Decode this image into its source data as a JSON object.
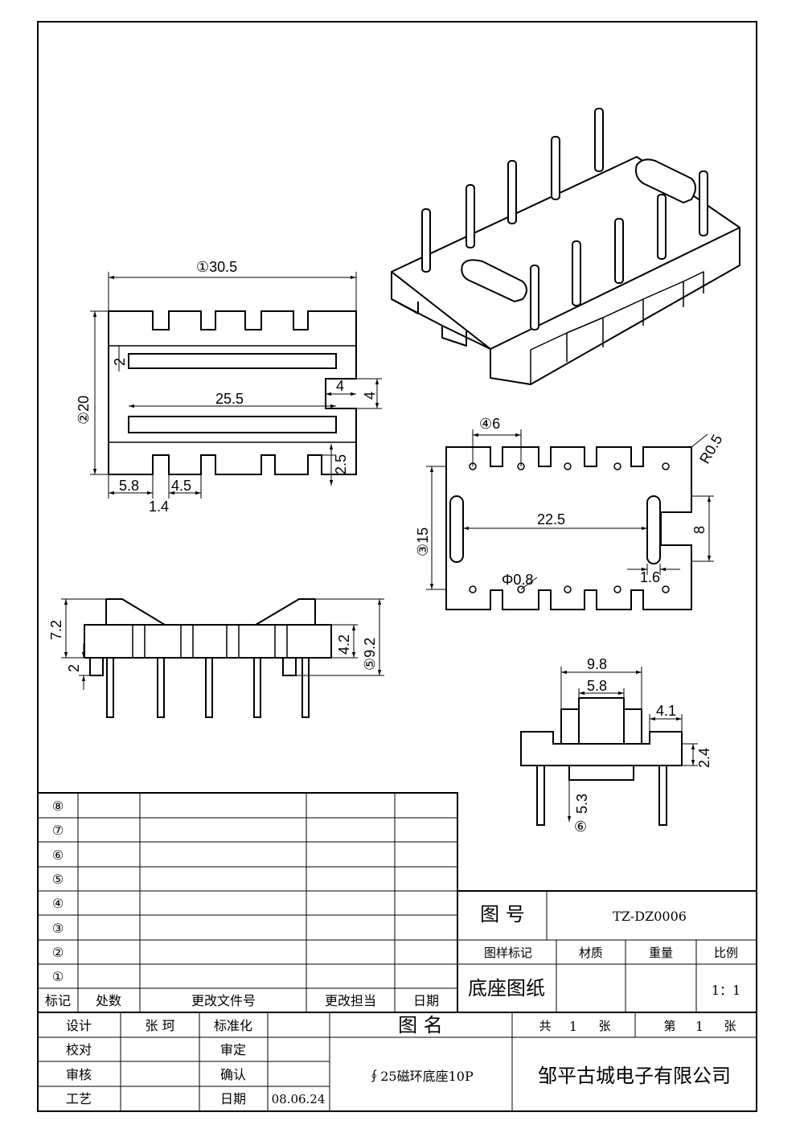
{
  "views": {
    "top": {
      "overall_width": "①30.5",
      "overall_height": "②20",
      "slot_width": "2",
      "slot_length": "25.5",
      "tab_width": "4",
      "tab_depth": "4",
      "notch_depth": "2.5",
      "edge_offset": "5.8",
      "pitch": "4.5",
      "notch_gap": "1.4"
    },
    "pcb": {
      "pin_offset": "④6",
      "corner_radius": "R0.5",
      "pin_span": "22.5",
      "row_pitch": "③15",
      "tab_height": "8",
      "slot_width": "1.6",
      "hole_diameter": "Φ0.8"
    },
    "side": {
      "overall_height": "7.2",
      "standoff": "2",
      "base_height": "4.2",
      "total_height": "⑤9.2"
    },
    "end": {
      "outer_width": "9.8",
      "inner_width": "5.8",
      "tab_width": "4.1",
      "base_height": "2.4",
      "pin_length": "5.3",
      "pin_label": "⑥"
    }
  },
  "revision_table": {
    "row_markers": [
      "⑧",
      "⑦",
      "⑥",
      "⑤",
      "④",
      "③",
      "②",
      "①"
    ],
    "headers": [
      "标记",
      "处数",
      "更改文件号",
      "更改担当",
      "日期"
    ]
  },
  "title_block": {
    "drawing_no_label": "图 号",
    "drawing_no": "TZ-DZ0006",
    "sample_mark_label": "图样标记",
    "material_label": "材质",
    "weight_label": "重量",
    "scale_label": "比例",
    "drawing_type": "底座图纸",
    "scale": "1：1",
    "design_label": "设计",
    "designer": "张 珂",
    "standardize_label": "标准化",
    "drawing_name_label": "图 名",
    "total_label": "共",
    "total_sheets": "1",
    "sheet_unit": "张",
    "sheet_label": "第",
    "sheet_no": "1",
    "sheet_unit2": "张",
    "check_label": "校对",
    "review_label": "审定",
    "audit_label": "审核",
    "confirm_label": "确认",
    "process_label": "工艺",
    "date_label": "日期",
    "date": "08.06.24",
    "part_name": "∮25磁环底座10P",
    "company": "邹平古城电子有限公司"
  }
}
